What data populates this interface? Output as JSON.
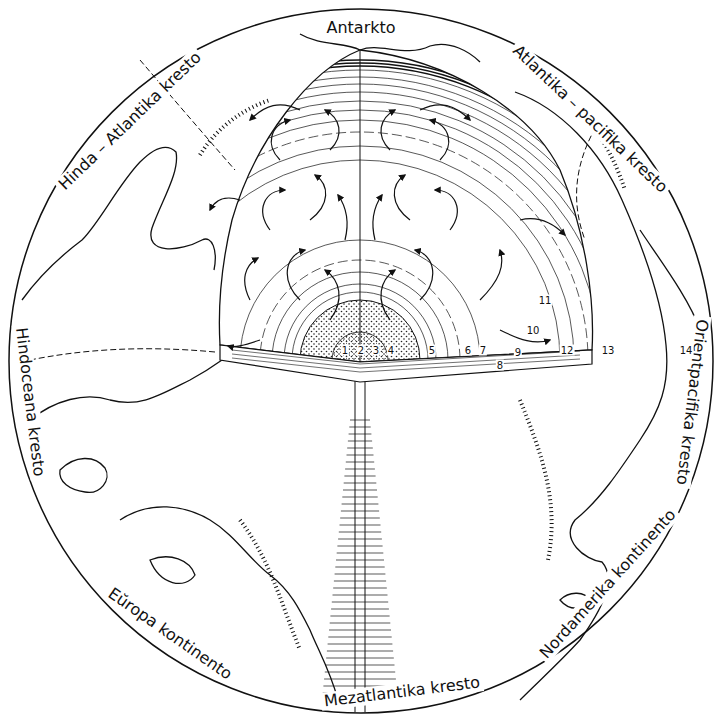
{
  "diagram": {
    "labels": [
      "Antarkto",
      "Atlantika – pacifika kresto",
      "Orientpacifika kresto",
      "Nordamerika kontinento",
      "Mezatlantika kresto",
      "Eŭropa kontinento",
      "Hindoceana kresto",
      "Hinda – Atlantika kresto",
      "1",
      "2",
      "3",
      "4",
      "5",
      "6",
      "7",
      "8",
      "9",
      "10",
      "11",
      "12",
      "13",
      "14"
    ]
  }
}
